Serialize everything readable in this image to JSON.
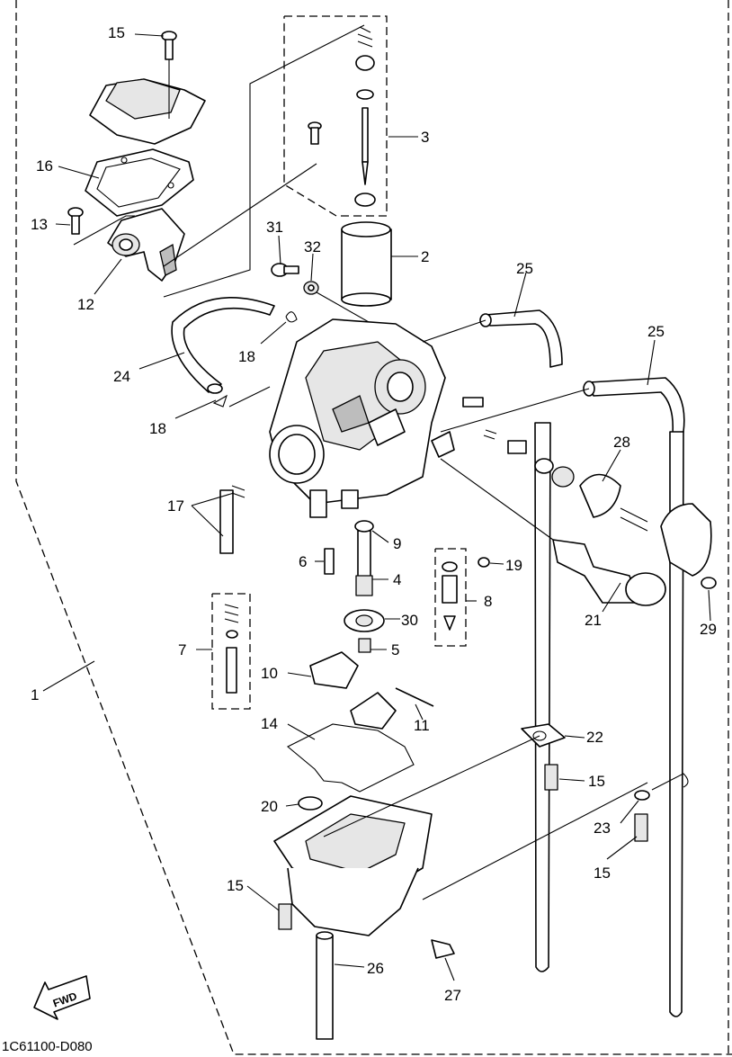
{
  "diagram": {
    "code": "1C61100-D080",
    "fwd_label": "FWD",
    "labels": {
      "p1": "1",
      "p2": "2",
      "p3": "3",
      "p4": "4",
      "p5": "5",
      "p6": "6",
      "p7": "7",
      "p8": "8",
      "p9": "9",
      "p10": "10",
      "p11": "11",
      "p12": "12",
      "p13": "13",
      "p14": "14",
      "p15a": "15",
      "p15b": "15",
      "p15c": "15",
      "p15d": "15",
      "p16": "16",
      "p17": "17",
      "p18a": "18",
      "p18b": "18",
      "p19": "19",
      "p20": "20",
      "p21": "21",
      "p22": "22",
      "p23": "23",
      "p24": "24",
      "p25a": "25",
      "p25b": "25",
      "p26": "26",
      "p27": "27",
      "p28": "28",
      "p29": "29",
      "p30": "30",
      "p31": "31",
      "p32": "32"
    }
  }
}
